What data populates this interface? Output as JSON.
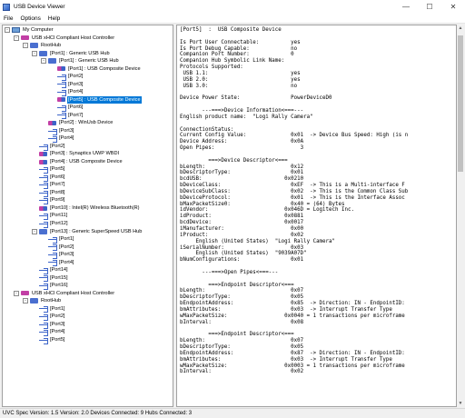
{
  "window": {
    "title": "USB Device Viewer",
    "controls": {
      "minimize": "—",
      "maximize": "☐",
      "close": "✕"
    }
  },
  "menu": [
    "File",
    "Options",
    "Help"
  ],
  "tree": [
    {
      "label": "My Computer",
      "depth": 0,
      "icon": "computer-icon",
      "expander": "-"
    },
    {
      "label": "USB xHCI Compliant Host Controller",
      "depth": 1,
      "icon": "controller-icon",
      "expander": "-"
    },
    {
      "label": "RootHub",
      "depth": 2,
      "icon": "hub-icon",
      "expander": "-"
    },
    {
      "label": "[Port1] :  Generic USB Hub",
      "depth": 3,
      "icon": "hub-icon",
      "expander": "-"
    },
    {
      "label": "[Port1] :  Generic USB Hub",
      "depth": 4,
      "icon": "hub-icon",
      "expander": "-"
    },
    {
      "label": "[Port1] :  USB Composite Device",
      "depth": 5,
      "icon": "device-icon",
      "expander": ""
    },
    {
      "label": "[Port2]",
      "depth": 5,
      "icon": "port-icon",
      "expander": ""
    },
    {
      "label": "[Port3]",
      "depth": 5,
      "icon": "port-icon",
      "expander": ""
    },
    {
      "label": "[Port4]",
      "depth": 5,
      "icon": "port-icon",
      "expander": ""
    },
    {
      "label": "[Port5] :  USB Composite Device",
      "depth": 5,
      "icon": "device-icon",
      "expander": "",
      "selected": true
    },
    {
      "label": "[Port6]",
      "depth": 5,
      "icon": "port-icon",
      "expander": ""
    },
    {
      "label": "[Port7]",
      "depth": 5,
      "icon": "port-icon",
      "expander": ""
    },
    {
      "label": "[Port2] :  WinUsb Device",
      "depth": 4,
      "icon": "device-icon",
      "expander": ""
    },
    {
      "label": "[Port3]",
      "depth": 4,
      "icon": "port-icon",
      "expander": ""
    },
    {
      "label": "[Port4]",
      "depth": 4,
      "icon": "port-icon",
      "expander": ""
    },
    {
      "label": "[Port2]",
      "depth": 3,
      "icon": "port-icon",
      "expander": ""
    },
    {
      "label": "[Port3] :  Synaptics UWP WBDI",
      "depth": 3,
      "icon": "device-icon",
      "expander": ""
    },
    {
      "label": "[Port4] :  USB Composite Device",
      "depth": 3,
      "icon": "device-icon",
      "expander": ""
    },
    {
      "label": "[Port5]",
      "depth": 3,
      "icon": "port-icon",
      "expander": ""
    },
    {
      "label": "[Port6]",
      "depth": 3,
      "icon": "port-icon",
      "expander": ""
    },
    {
      "label": "[Port7]",
      "depth": 3,
      "icon": "port-icon",
      "expander": ""
    },
    {
      "label": "[Port8]",
      "depth": 3,
      "icon": "port-icon",
      "expander": ""
    },
    {
      "label": "[Port9]",
      "depth": 3,
      "icon": "port-icon",
      "expander": ""
    },
    {
      "label": "[Port10] :  Intel(R) Wireless Bluetooth(R)",
      "depth": 3,
      "icon": "device-icon",
      "expander": ""
    },
    {
      "label": "[Port11]",
      "depth": 3,
      "icon": "port-icon",
      "expander": ""
    },
    {
      "label": "[Port12]",
      "depth": 3,
      "icon": "port-icon",
      "expander": ""
    },
    {
      "label": "[Port13] :  Generic SuperSpeed USB Hub",
      "depth": 3,
      "icon": "hub-icon",
      "expander": "-"
    },
    {
      "label": "[Port1]",
      "depth": 4,
      "icon": "port-icon",
      "expander": ""
    },
    {
      "label": "[Port2]",
      "depth": 4,
      "icon": "port-icon",
      "expander": ""
    },
    {
      "label": "[Port3]",
      "depth": 4,
      "icon": "port-icon",
      "expander": ""
    },
    {
      "label": "[Port4]",
      "depth": 4,
      "icon": "port-icon",
      "expander": ""
    },
    {
      "label": "[Port14]",
      "depth": 3,
      "icon": "port-icon",
      "expander": ""
    },
    {
      "label": "[Port15]",
      "depth": 3,
      "icon": "port-icon",
      "expander": ""
    },
    {
      "label": "[Port16]",
      "depth": 3,
      "icon": "port-icon",
      "expander": ""
    },
    {
      "label": "USB xHCI Compliant Host Controller",
      "depth": 1,
      "icon": "controller-icon",
      "expander": "-"
    },
    {
      "label": "RootHub",
      "depth": 2,
      "icon": "hub-icon",
      "expander": "-"
    },
    {
      "label": "[Port1]",
      "depth": 3,
      "icon": "port-icon",
      "expander": ""
    },
    {
      "label": "[Port2]",
      "depth": 3,
      "icon": "port-icon",
      "expander": ""
    },
    {
      "label": "[Port3]",
      "depth": 3,
      "icon": "port-icon",
      "expander": ""
    },
    {
      "label": "[Port4]",
      "depth": 3,
      "icon": "port-icon",
      "expander": ""
    },
    {
      "label": "[Port5]",
      "depth": 3,
      "icon": "port-icon",
      "expander": ""
    }
  ],
  "details": [
    "[Port5]  :  USB Composite Device",
    "",
    "Is Port User Connectable:          yes",
    "Is Port Debug Capable:             no",
    "Companion Port Number:             0",
    "Companion Hub Symbolic Link Name:",
    "Protocols Supported:",
    " USB 1.1:                          yes",
    " USB 2.0:                          yes",
    " USB 3.0:                          no",
    "",
    "Device Power State:                PowerDeviceD0",
    "",
    "       ---===>Device Information<===---",
    "English product name:  \"Logi Rally Camera\"",
    "",
    "ConnectionStatus:",
    "Current Config Value:              0x01  -> Device Bus Speed: High (is n",
    "Device Address:                    0x0A",
    "Open Pipes:                           3",
    "",
    "         ===>Device Descriptor<===",
    "bLength:                           0x12",
    "bDescriptorType:                   0x01",
    "bcdUSB:                          0x0210",
    "bDeviceClass:                      0xEF  -> This is a Multi-interface F",
    "bDeviceSubClass:                   0x02  -> This is the Common Class Sub",
    "bDeviceProtocol:                   0x01  -> This is the Interface Assoc",
    "bMaxPacketSize0:                   0x40 = (64) Bytes",
    "idVendor:                        0x046D = Logitech Inc.",
    "idProduct:                       0x0881",
    "bcdDevice:                       0x0017",
    "iManufacturer:                     0x00",
    "iProduct:                          0x02",
    "     English (United States)  \"Logi Rally Camera\"",
    "iSerialNumber:                     0x03",
    "     English (United States)  \"9039A07D\"",
    "bNumConfigurations:                0x01",
    "",
    "       ---===>Open Pipes<===---",
    "",
    "         ===>Endpoint Descriptor<===",
    "bLength:                           0x07",
    "bDescriptorType:                   0x05",
    "bEndpointAddress:                  0x85  -> Direction: IN - EndpointID:",
    "bmAttributes:                      0x03  -> Interrupt Transfer Type",
    "wMaxPacketSize:                  0x0040 = 1 transactions per microframe",
    "bInterval:                         0x08",
    "",
    "         ===>Endpoint Descriptor<===",
    "bLength:                           0x07",
    "bDescriptorType:                   0x05",
    "bEndpointAddress:                  0x87  -> Direction: IN - EndpointID:",
    "bmAttributes:                      0x03  -> Interrupt Transfer Type",
    "wMaxPacketSize:                  0x0003 = 1 transactions per microframe",
    "bInterval:                         0x02"
  ],
  "status": "UVC Spec Version: 1.5 Version: 2.0 Devices Connected: 9   Hubs Connected: 3"
}
